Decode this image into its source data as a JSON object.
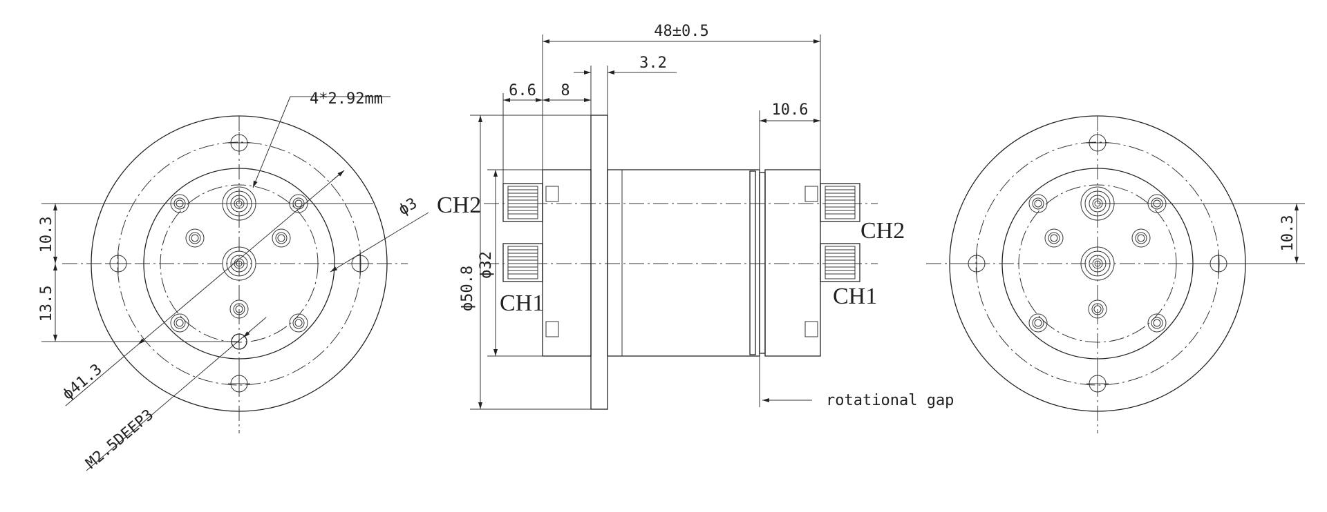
{
  "diagram": {
    "dimensions": {
      "overall_length": "48±0.5",
      "flange_thickness": "3.2",
      "connector_length_left": "6.6",
      "body_step": "8",
      "connector_length_right": "10.6",
      "outer_diameter": "ϕ50.8",
      "body_diameter": "ϕ32",
      "pitch_upper_left": "10.3",
      "pitch_lower_left": "13.5",
      "pitch_upper_right": "10.3"
    },
    "callouts": {
      "connector_spec": "4*2.92mm",
      "hole_diameter": "ϕ3",
      "bolt_circle": "ϕ41.3",
      "thread_hole": "M2.5DEEP3",
      "rotational_gap": "rotational gap"
    },
    "channels": {
      "left_upper": "CH2",
      "left_lower": "CH1",
      "right_upper": "CH2",
      "right_lower": "CH1"
    }
  }
}
